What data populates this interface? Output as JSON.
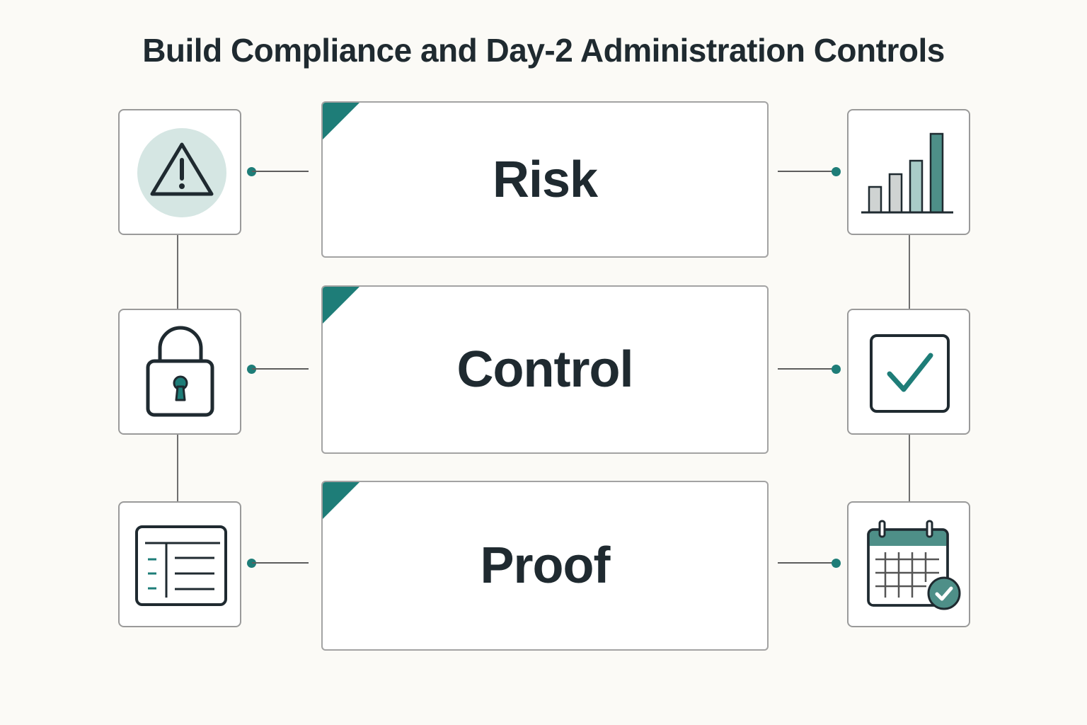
{
  "title": "Build Compliance and Day-2 Administration Controls",
  "colors": {
    "accent": "#1e7d78",
    "background": "#fbfaf6",
    "ink": "#1f2a30"
  },
  "rows": [
    {
      "label": "Risk",
      "left_icon": "warning-icon",
      "right_icon": "bar-chart-icon"
    },
    {
      "label": "Control",
      "left_icon": "padlock-icon",
      "right_icon": "checkbox-icon"
    },
    {
      "label": "Proof",
      "left_icon": "document-list-icon",
      "right_icon": "calendar-check-icon"
    }
  ]
}
